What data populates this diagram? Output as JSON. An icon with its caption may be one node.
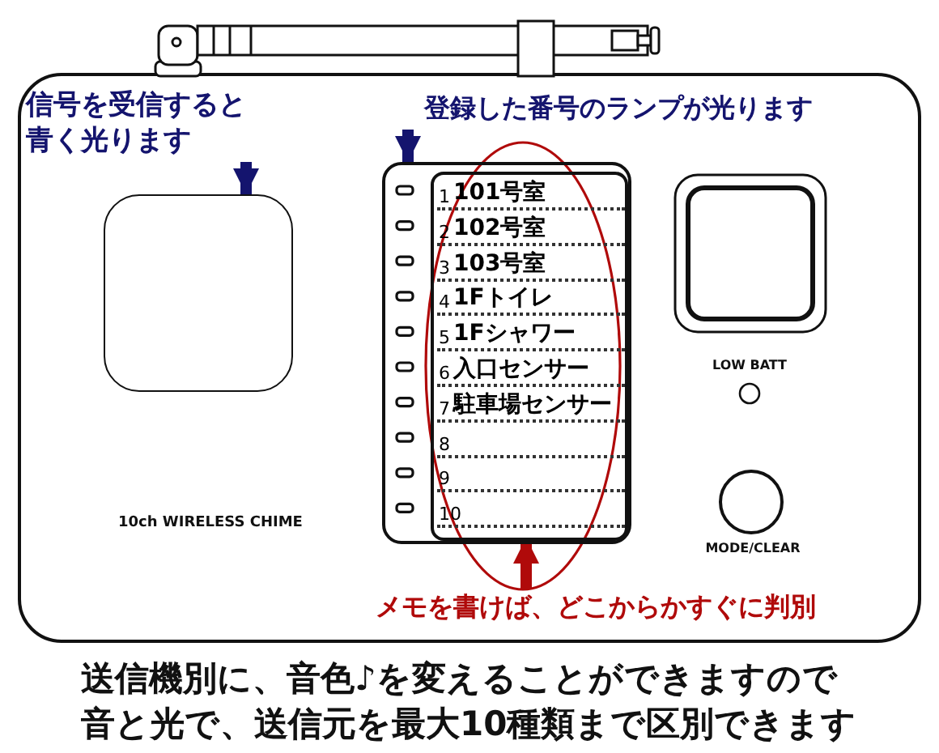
{
  "diagram": {
    "caption": "送信機別に、音色♪を変えることができますので音と光で、送信元を最大10種類まで区別できます",
    "nodes": [
      {
        "text": [
          "信号を受信すると青く光ります"
        ]
      },
      {
        "text": [],
        "shape": "box"
      },
      {
        "text": [
          "登録した番号のランプが光ります"
        ]
      },
      {
        "text": [],
        "shape": "box"
      },
      {
        "text": [],
        "in": 3,
        "shape": "box"
      },
      {
        "text": [
          "1",
          "101号室"
        ],
        "in": 4
      },
      {
        "text": [
          "2",
          "102号室"
        ],
        "in": 4
      },
      {
        "text": [
          "3",
          "103号室"
        ],
        "in": 4
      },
      {
        "text": [
          "4",
          "1Fトイレ"
        ],
        "in": 4
      },
      {
        "text": [
          "5",
          "1Fシャワー"
        ],
        "in": 4
      },
      {
        "text": [
          "6",
          "入口センサー"
        ],
        "in": 4
      },
      {
        "text": [
          "7",
          "駐車場センサー"
        ],
        "in": 4
      },
      {
        "text": [
          "8"
        ],
        "in": 4
      },
      {
        "text": [
          "9"
        ],
        "in": 4
      },
      {
        "text": [
          "10"
        ],
        "in": 4
      },
      {
        "text": [
          "メモを書けば、どこからかすぐに判別"
        ]
      }
    ],
    "edges": [
      {
        "from": 0,
        "to": 1,
        "arrow": "to"
      },
      {
        "from": 2,
        "to": 3,
        "arrow": "to"
      },
      {
        "from": 15,
        "to": 4,
        "arrow": "to",
        "color": "#b00a0a"
      }
    ],
    "labels": [
      "10ch WIRELESS CHIME",
      "LOW BATT",
      "MODE/CLEAR"
    ]
  }
}
